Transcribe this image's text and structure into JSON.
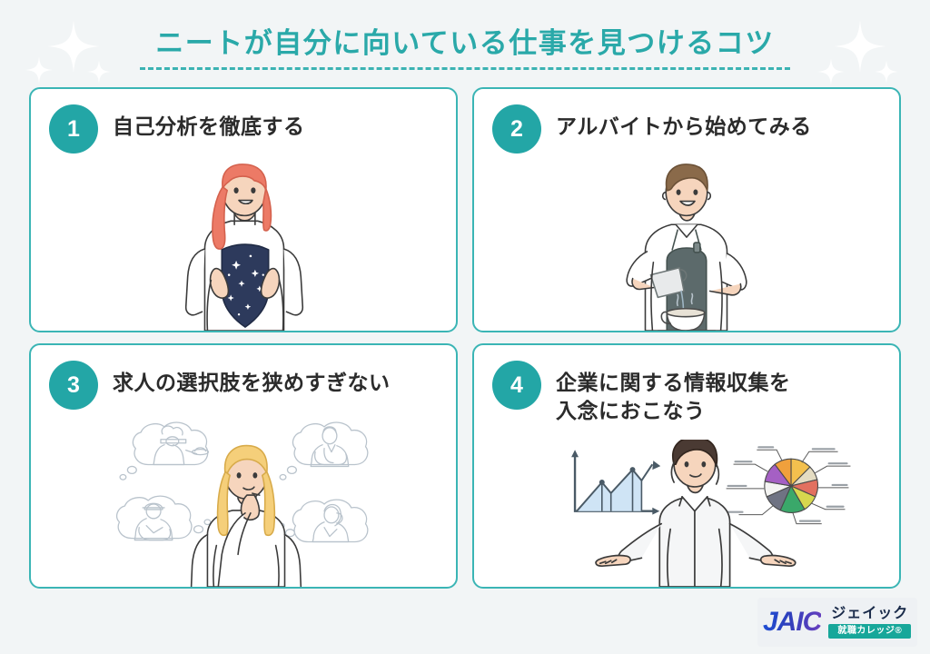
{
  "page": {
    "background_color": "#f2f5f6",
    "accent_color": "#2aa9a9",
    "title": "ニートが自分に向いている仕事を見つけるコツ"
  },
  "decorations": {
    "sparkle_color": "#ffffff",
    "sparkle_icon": "four-point-star-icon",
    "underline_style": "dashed",
    "underline_color": "#3bb3b3"
  },
  "cards": [
    {
      "number": "1",
      "title_line1": "自己分析を徹底する",
      "title_line2": "",
      "illustration": "woman-opening-shirt-starry-sky",
      "colors": {
        "hair": "#ec7a66",
        "sky": "#2d3a5c",
        "skin": "#f6d5bd",
        "shirt": "#ffffff"
      }
    },
    {
      "number": "2",
      "title_line1": "アルバイトから始めてみる",
      "title_line2": "",
      "illustration": "barista-pouring-milk-into-cup",
      "colors": {
        "hair": "#8a6a4a",
        "apron": "#5c6a6b",
        "skin": "#f6d5bd",
        "shirt": "#ffffff"
      }
    },
    {
      "number": "3",
      "title_line1": "求人の選択肢を狭めすぎない",
      "title_line2": "",
      "illustration": "woman-thinking-with-four-career-thought-bubbles",
      "colors": {
        "hair": "#f5cf7a",
        "skin": "#f6d5bd",
        "shirt": "#ffffff",
        "bubble_line": "#b9c3cc"
      }
    },
    {
      "number": "4",
      "title_line1": "企業に関する情報収集を",
      "title_line2": "入念におこなう",
      "illustration": "man-with-line-chart-and-pie-chart",
      "colors": {
        "hair": "#4a3a33",
        "skin": "#f6d5bd",
        "shirt": "#f3f4f6",
        "chart_fill": "#cfe4f5"
      }
    }
  ],
  "logo": {
    "mark": "JAIC",
    "kana": "ジェイック",
    "bar_text": "就職カレッジ®",
    "bar_color": "#17a79a",
    "mark_gradient_from": "#1b4fd6",
    "mark_gradient_to": "#6b3fbf"
  }
}
